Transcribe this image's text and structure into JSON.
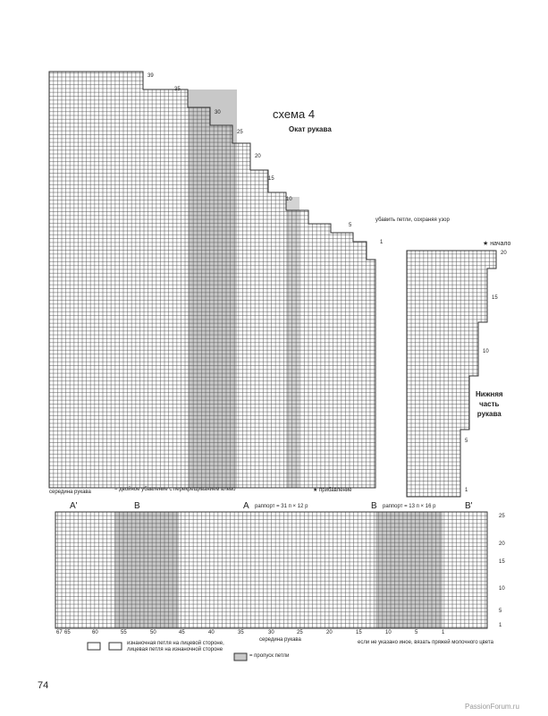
{
  "scheme_title": "схема 4",
  "sleeve_cap_title": "Окат рукава",
  "decrease_note": "убавить петли, сохраняя узор",
  "start_label": "начало",
  "lower_sleeve_title": [
    "Нижняя",
    "часть",
    "рукава"
  ],
  "sleeve_middle_label": "середина рукава",
  "double_decrease_legend": "= двойное убавление с перекрещиванием влево",
  "increase_legend": "прибавление",
  "sections": [
    {
      "label": "A'"
    },
    {
      "label": "B"
    },
    {
      "label": "A",
      "repeat": "раппорт = 31 п × 12 р"
    },
    {
      "label": "B",
      "repeat": "раппорт = 13 п × 16 р"
    },
    {
      "label": "B'"
    }
  ],
  "bottom_axis": [
    "67",
    "65",
    "60",
    "55",
    "50",
    "45",
    "40",
    "35",
    "30",
    "25",
    "20",
    "15",
    "10",
    "5",
    "1"
  ],
  "bottom_middle_label": "середина рукава",
  "legend_purl": [
    "изнаночная петля на лицевой стороне,",
    "лицевая петля на изнаночной стороне"
  ],
  "legend_skip": "= пропуск петли",
  "legend_milk": "если не указано иное, вязать пряжей молочного цвета",
  "cap_rows": [
    "39",
    "35",
    "30",
    "25",
    "20",
    "15",
    "10",
    "5",
    "1"
  ],
  "lower_rows": [
    "20",
    "15",
    "10",
    "5",
    "1"
  ],
  "bottom_rows": [
    "25",
    "20",
    "15",
    "10",
    "5",
    "1"
  ],
  "page_number": "74",
  "watermark": "PassionForum.ru"
}
